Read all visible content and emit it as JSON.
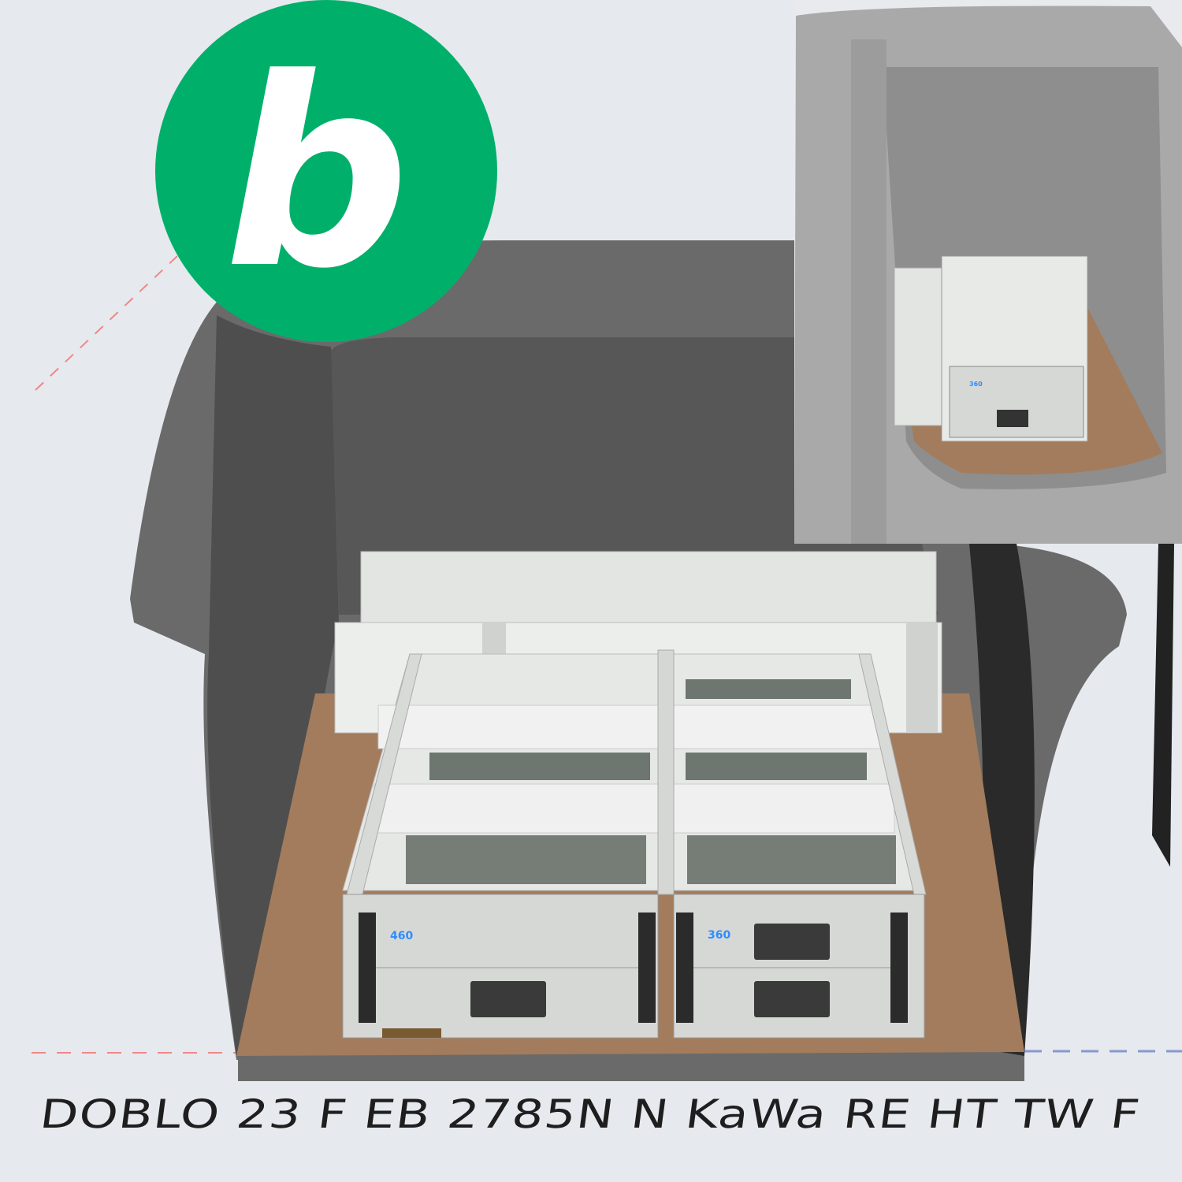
{
  "logo": {
    "letter": "b",
    "color": "#00b06a"
  },
  "caption": "DOBLO 23 F EB 2785N N KaWa RE HT TW F",
  "drawer_unit": {
    "left_label": "460",
    "right_label": "360",
    "inset_label": "360"
  },
  "colors": {
    "background": "#e6e9ee",
    "van_body": "#5a5a5a",
    "floor": "#a27c5c",
    "drawer_frame": "#d6d8d6",
    "label_blue": "#2f8cff"
  }
}
